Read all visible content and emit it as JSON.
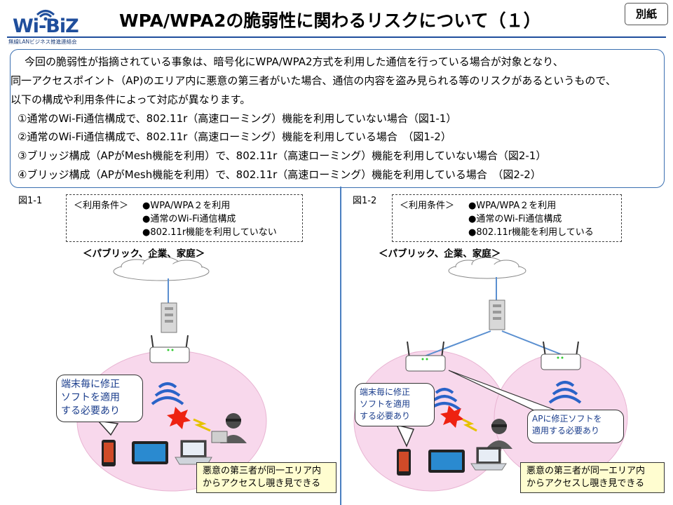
{
  "logo": {
    "word": "Wi-BiZ",
    "subtitle": "無線LANビジネス推進連絡会"
  },
  "title": "WPA/WPA2の脆弱性に関わるリスクについて（１）",
  "annex_label": "別紙",
  "intro": {
    "lines": [
      "今回の脆弱性が指摘されている事象は、暗号化にWPA/WPA2方式を利用した通信を行っている場合が対象となり、",
      "同一アクセスポイント（AP)のエリア内に悪意の第三者がいた場合、通信の内容を盗み見られる等のリスクがあるというもので、",
      "以下の構成や利用条件によって対応が異なります。",
      "①通常のWi-Fi通信構成で、802.11r（高速ローミング）機能を利用していない場合（図1-1）",
      "②通常のWi-Fi通信構成で、802.11r（高速ローミング）機能を利用している場合　（図1-2）",
      "③ブリッジ構成（APがMesh機能を利用）で、802.11r（高速ローミング）機能を利用していない場合（図2-1）",
      "④ブリッジ構成（APがMesh機能を利用）で、802.11r（高速ローミング）機能を利用している場合　（図2-2）"
    ]
  },
  "fig_left": {
    "label": "図1-1",
    "cond_key": "＜利用条件＞",
    "conditions": [
      "●WPA/WPA２を利用",
      "●通常のWi-Fi通信構成",
      "●802.11r機能を利用していない"
    ],
    "venue": "＜パブリック、企業、家庭＞",
    "callout": [
      "端末毎に修正",
      "ソフトを適用",
      "する必要あり"
    ],
    "note": [
      "悪意の第三者が同一エリア内",
      "からアクセスし覗き見できる"
    ]
  },
  "fig_right": {
    "label": "図1-2",
    "cond_key": "＜利用条件＞",
    "conditions": [
      "●WPA/WPA２を利用",
      "●通常のWi-Fi通信構成",
      "●802.11r機能を利用している"
    ],
    "venue": "＜パブリック、企業、家庭＞",
    "callout": [
      "端末毎に修正",
      "ソフトを適用",
      "する必要あり"
    ],
    "ap_callout": [
      "APに修正ソフトを",
      "適用する必要あり"
    ],
    "note": [
      "悪意の第三者が同一エリア内",
      "からアクセスし覗き見できる"
    ]
  },
  "colors": {
    "brand": "#1f4e9c",
    "area_fill": "#f8d8ec",
    "note_fill": "#fffdd0",
    "signal": "#2a63c8",
    "link": "#5a8fd0"
  }
}
